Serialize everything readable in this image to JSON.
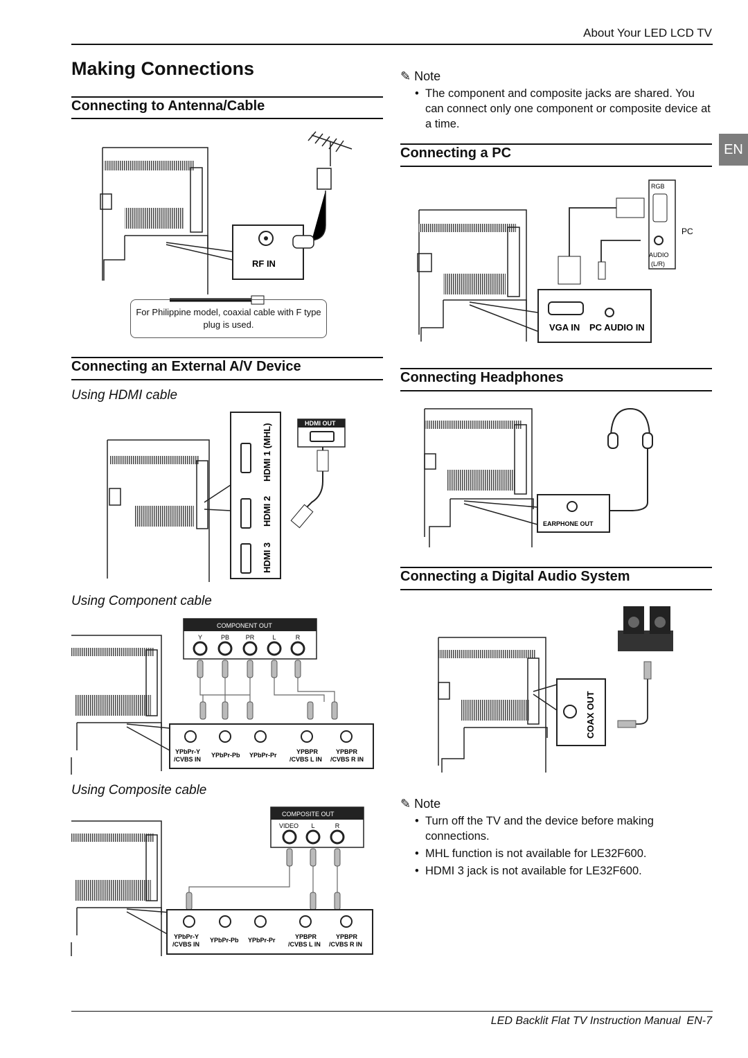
{
  "header": {
    "running_head": "About Your LED LCD TV"
  },
  "page_title": "Making Connections",
  "lang_tab": "EN",
  "sections": {
    "antenna": {
      "title": "Connecting to Antenna/Cable",
      "port_label": "RF IN",
      "caption": "For Philippine model, coaxial cable with F type plug is used."
    },
    "av": {
      "title": "Connecting an External A/V Device",
      "hdmi_sub": "Using HDMI cable",
      "hdmi_ports": [
        "HDMI 1 (MHL)",
        "HDMI 2",
        "HDMI 3"
      ],
      "hdmi_out": "HDMI OUT",
      "component_sub": "Using Component cable",
      "component_out": "COMPONENT OUT",
      "component_jacks": [
        "Y",
        "PB",
        "PR",
        "L",
        "R"
      ],
      "composite_sub": "Using Composite cable",
      "composite_out": "COMPOSITE OUT",
      "composite_jacks": [
        "VIDEO",
        "L",
        "R"
      ],
      "tv_jacks": [
        "YPbPr-Y",
        "/CVBS IN",
        "YPbPr-Pb",
        "YPbPr-Pr",
        "YPBPR",
        "/CVBS L IN",
        "YPBPR",
        "/CVBS R IN"
      ]
    },
    "note1": {
      "head": "Note",
      "items": [
        "The component and composite jacks are shared. You can connect only one component or composite device at a time."
      ]
    },
    "pc": {
      "title": "Connecting a PC",
      "rgb": "RGB",
      "pc": "PC",
      "audio": "AUDIO",
      "audio_lr": "(L/R)",
      "vga_in": "VGA IN",
      "pc_audio_in": "PC AUDIO IN"
    },
    "headphones": {
      "title": "Connecting Headphones",
      "port": "EARPHONE OUT"
    },
    "digital": {
      "title": "Connecting a Digital Audio System",
      "port": "COAX OUT"
    },
    "note2": {
      "head": "Note",
      "items": [
        "Turn off the TV and the device before making connections.",
        "MHL function is not available for LE32F600.",
        "HDMI 3 jack is not available for LE32F600."
      ]
    }
  },
  "footer": {
    "text": "LED Backlit Flat TV Instruction Manual",
    "page": "EN-7"
  }
}
